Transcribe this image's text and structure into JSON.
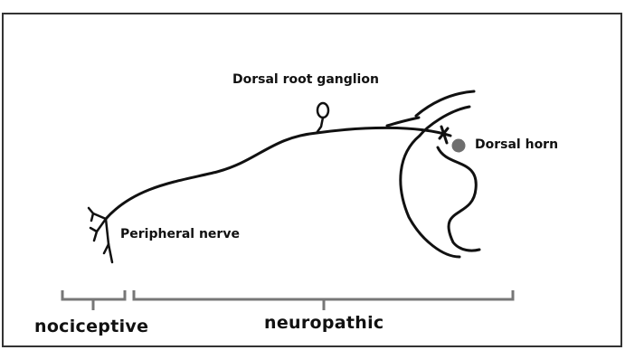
{
  "labels": {
    "dorsal_root_ganglion": "Dorsal root ganglion",
    "dorsal_horn": "Dorsal horn",
    "peripheral_nerve": "Peripheral nerve",
    "nociceptive": "nociceptive",
    "neuropathic": "neuropathic"
  },
  "colors": {
    "line": "#111111",
    "bracket": "#777777",
    "dorsal_horn_dot": "#6e6e6e"
  }
}
